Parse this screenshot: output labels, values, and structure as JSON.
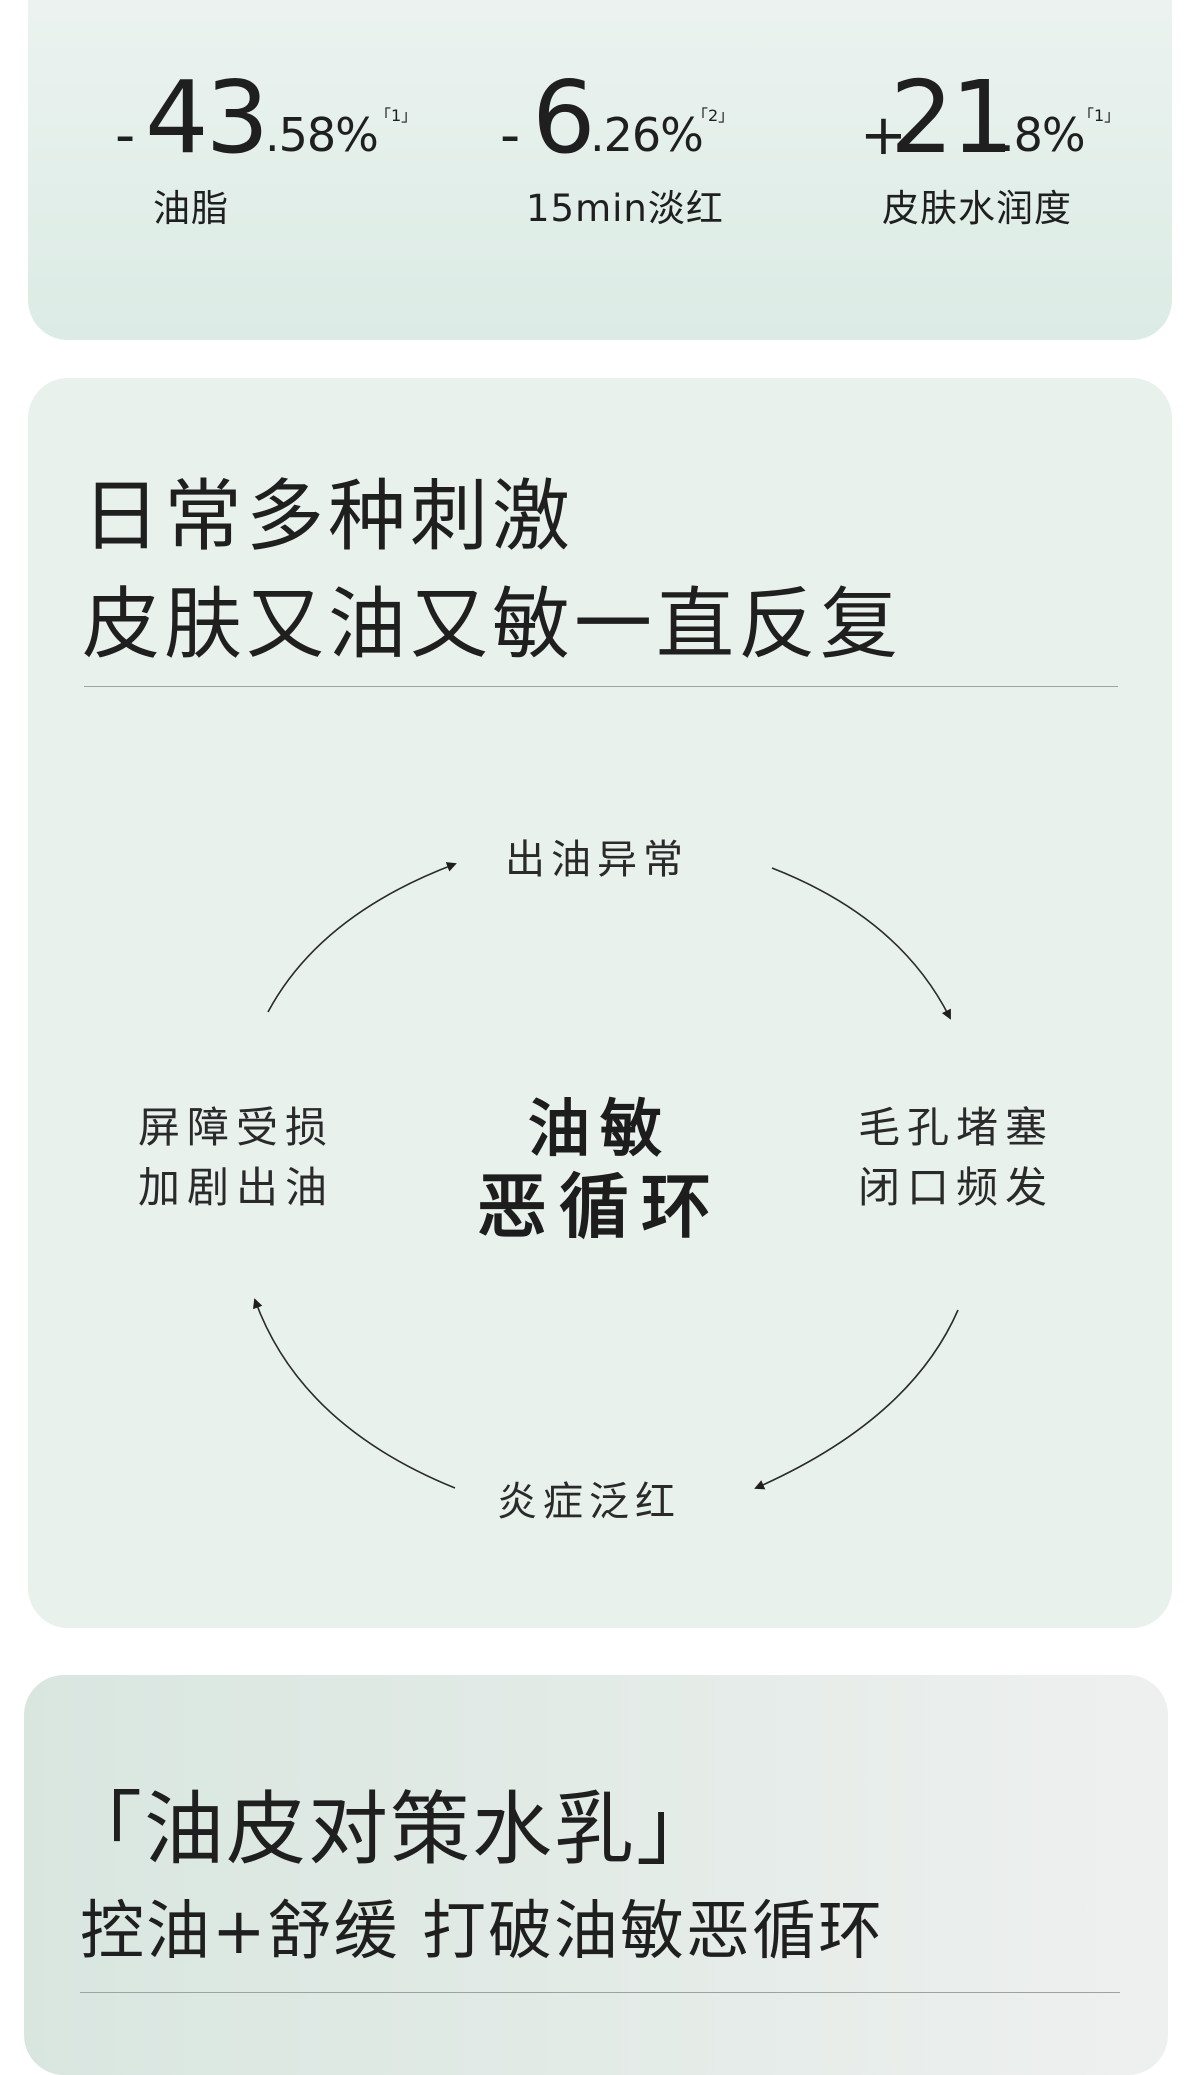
{
  "stats": [
    {
      "sign": "-",
      "big": "43",
      "small": ".58%",
      "note": "「1」",
      "label": "油脂"
    },
    {
      "sign": "-",
      "big": "6",
      "small": ".26%",
      "note": "「2」",
      "label": "15min淡红"
    },
    {
      "sign": "+",
      "big": "21",
      "small": ".8%",
      "note": "「1」",
      "label": "皮肤水润度"
    }
  ],
  "section2": {
    "title_line1": "日常多种刺激",
    "title_line2": "皮肤又油又敏一直反复",
    "cycle": {
      "top": "出油异常",
      "right_line1": "毛孔堵塞",
      "right_line2": "闭口频发",
      "bottom": "炎症泛红",
      "left_line1": "屏障受损",
      "left_line2": "加剧出油",
      "center_line1": "油敏",
      "center_line2": "恶循环"
    }
  },
  "section3": {
    "title_line1": "「油皮对策水乳」",
    "title_line2": "控油+舒缓 打破油敏恶循环"
  }
}
